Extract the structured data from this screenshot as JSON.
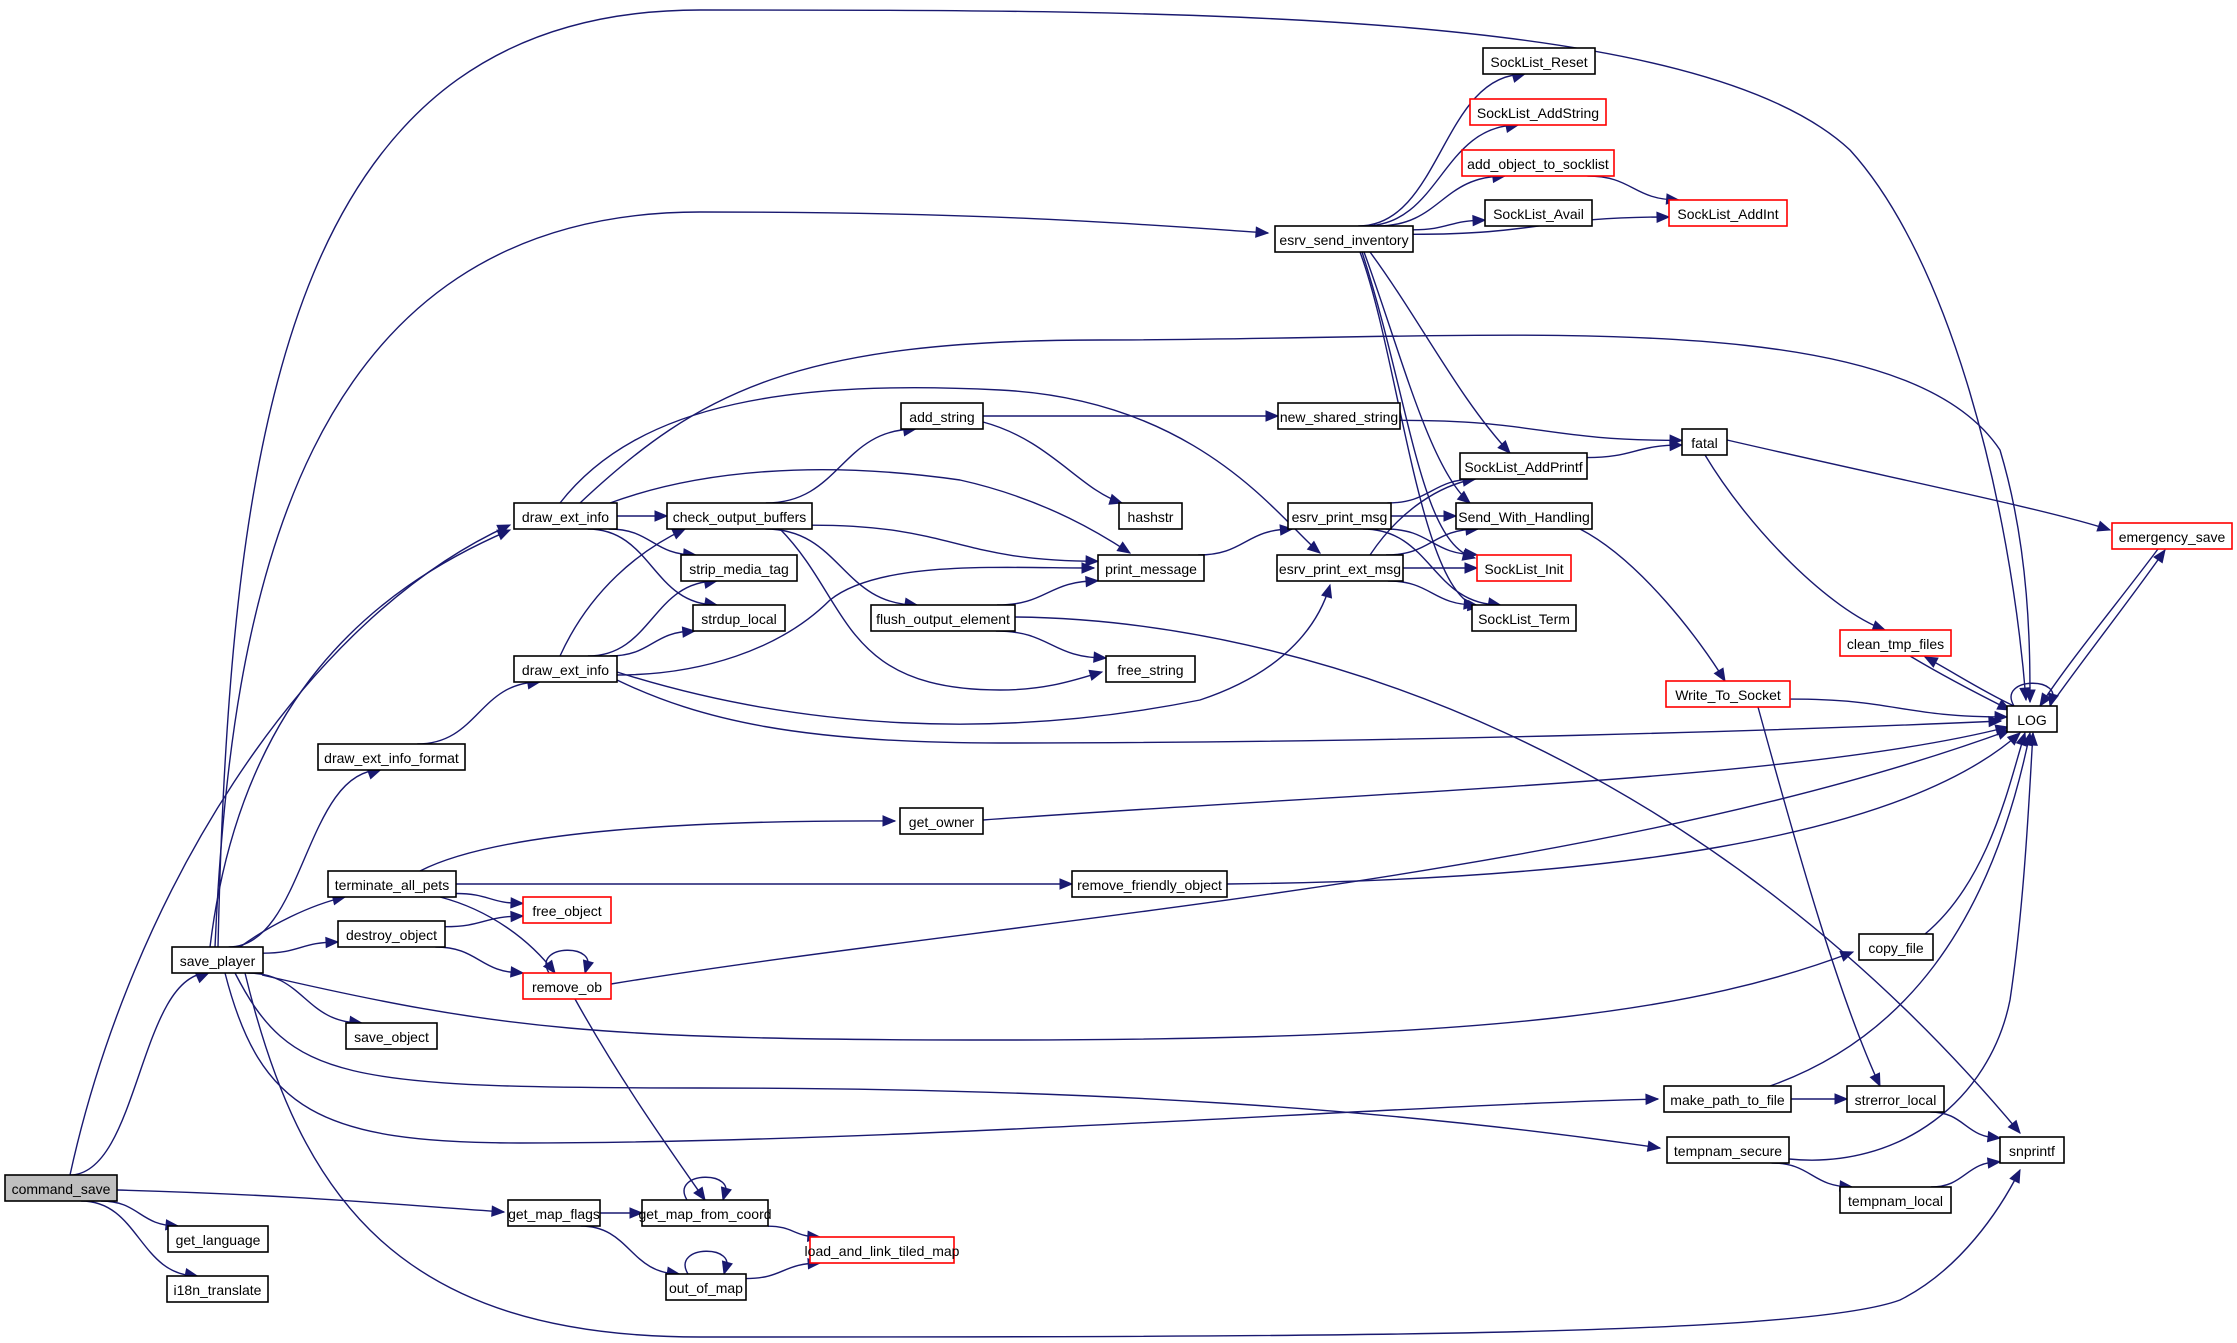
{
  "title": "command_save call graph",
  "colors": {
    "edge": "#191970",
    "root_fill": "#bfbfbf",
    "node_border": "#000000",
    "truncated_border": "#ff0000"
  },
  "nodes": [
    {
      "id": "command_save",
      "label": "command_save",
      "kind": "root"
    },
    {
      "id": "get_language",
      "label": "get_language",
      "kind": "normal"
    },
    {
      "id": "i18n_translate",
      "label": "i18n_translate",
      "kind": "normal"
    },
    {
      "id": "save_player",
      "label": "save_player",
      "kind": "normal"
    },
    {
      "id": "draw_ext_info_format",
      "label": "draw_ext_info_format",
      "kind": "normal"
    },
    {
      "id": "terminate_all_pets",
      "label": "terminate_all_pets",
      "kind": "normal"
    },
    {
      "id": "destroy_object",
      "label": "destroy_object",
      "kind": "normal"
    },
    {
      "id": "save_object",
      "label": "save_object",
      "kind": "normal"
    },
    {
      "id": "free_object",
      "label": "free_object",
      "kind": "truncated"
    },
    {
      "id": "remove_ob",
      "label": "remove_ob",
      "kind": "truncated"
    },
    {
      "id": "draw_ext_info_a",
      "label": "draw_ext_info",
      "kind": "normal"
    },
    {
      "id": "draw_ext_info_b",
      "label": "draw_ext_info",
      "kind": "normal"
    },
    {
      "id": "check_output_buffers",
      "label": "check_output_buffers",
      "kind": "normal"
    },
    {
      "id": "strip_media_tag",
      "label": "strip_media_tag",
      "kind": "normal"
    },
    {
      "id": "strdup_local",
      "label": "strdup_local",
      "kind": "normal"
    },
    {
      "id": "add_string",
      "label": "add_string",
      "kind": "normal"
    },
    {
      "id": "flush_output_element",
      "label": "flush_output_element",
      "kind": "normal"
    },
    {
      "id": "hashstr",
      "label": "hashstr",
      "kind": "normal"
    },
    {
      "id": "print_message",
      "label": "print_message",
      "kind": "normal"
    },
    {
      "id": "free_string",
      "label": "free_string",
      "kind": "normal"
    },
    {
      "id": "get_owner",
      "label": "get_owner",
      "kind": "normal"
    },
    {
      "id": "remove_friendly_object",
      "label": "remove_friendly_object",
      "kind": "normal"
    },
    {
      "id": "esrv_send_inventory",
      "label": "esrv_send_inventory",
      "kind": "normal"
    },
    {
      "id": "new_shared_string",
      "label": "new_shared_string",
      "kind": "normal"
    },
    {
      "id": "esrv_print_msg",
      "label": "esrv_print_msg",
      "kind": "normal"
    },
    {
      "id": "esrv_print_ext_msg",
      "label": "esrv_print_ext_msg",
      "kind": "normal"
    },
    {
      "id": "SockList_Reset",
      "label": "SockList_Reset",
      "kind": "normal"
    },
    {
      "id": "SockList_AddString",
      "label": "SockList_AddString",
      "kind": "truncated"
    },
    {
      "id": "add_object_to_socklist",
      "label": "add_object_to_socklist",
      "kind": "truncated"
    },
    {
      "id": "SockList_Avail",
      "label": "SockList_Avail",
      "kind": "normal"
    },
    {
      "id": "SockList_AddInt",
      "label": "SockList_AddInt",
      "kind": "truncated"
    },
    {
      "id": "SockList_AddPrintf",
      "label": "SockList_AddPrintf",
      "kind": "normal"
    },
    {
      "id": "Send_With_Handling",
      "label": "Send_With_Handling",
      "kind": "normal"
    },
    {
      "id": "SockList_Init",
      "label": "SockList_Init",
      "kind": "truncated"
    },
    {
      "id": "SockList_Term",
      "label": "SockList_Term",
      "kind": "normal"
    },
    {
      "id": "fatal",
      "label": "fatal",
      "kind": "normal"
    },
    {
      "id": "emergency_save",
      "label": "emergency_save",
      "kind": "truncated"
    },
    {
      "id": "clean_tmp_files",
      "label": "clean_tmp_files",
      "kind": "truncated"
    },
    {
      "id": "Write_To_Socket",
      "label": "Write_To_Socket",
      "kind": "truncated"
    },
    {
      "id": "LOG",
      "label": "LOG",
      "kind": "normal"
    },
    {
      "id": "copy_file",
      "label": "copy_file",
      "kind": "normal"
    },
    {
      "id": "make_path_to_file",
      "label": "make_path_to_file",
      "kind": "normal"
    },
    {
      "id": "strerror_local",
      "label": "strerror_local",
      "kind": "normal"
    },
    {
      "id": "tempnam_secure",
      "label": "tempnam_secure",
      "kind": "normal"
    },
    {
      "id": "snprintf",
      "label": "snprintf",
      "kind": "normal"
    },
    {
      "id": "tempnam_local",
      "label": "tempnam_local",
      "kind": "normal"
    },
    {
      "id": "get_map_flags",
      "label": "get_map_flags",
      "kind": "normal"
    },
    {
      "id": "get_map_from_coord",
      "label": "get_map_from_coord",
      "kind": "normal"
    },
    {
      "id": "load_and_link_tiled_map",
      "label": "load_and_link_tiled_map",
      "kind": "truncated"
    },
    {
      "id": "out_of_map",
      "label": "out_of_map",
      "kind": "normal"
    }
  ],
  "edges": [
    [
      "command_save",
      "save_player"
    ],
    [
      "command_save",
      "get_language"
    ],
    [
      "command_save",
      "i18n_translate"
    ],
    [
      "command_save",
      "get_map_flags"
    ],
    [
      "command_save",
      "draw_ext_info_a"
    ],
    [
      "save_player",
      "draw_ext_info_a"
    ],
    [
      "save_player",
      "draw_ext_info_format"
    ],
    [
      "save_player",
      "terminate_all_pets"
    ],
    [
      "save_player",
      "destroy_object"
    ],
    [
      "save_player",
      "save_object"
    ],
    [
      "save_player",
      "copy_file"
    ],
    [
      "save_player",
      "make_path_to_file"
    ],
    [
      "save_player",
      "tempnam_secure"
    ],
    [
      "save_player",
      "snprintf"
    ],
    [
      "save_player",
      "esrv_send_inventory"
    ],
    [
      "save_player",
      "LOG"
    ],
    [
      "draw_ext_info_format",
      "draw_ext_info_b"
    ],
    [
      "terminate_all_pets",
      "get_owner"
    ],
    [
      "terminate_all_pets",
      "remove_friendly_object"
    ],
    [
      "terminate_all_pets",
      "free_object"
    ],
    [
      "terminate_all_pets",
      "remove_ob"
    ],
    [
      "destroy_object",
      "free_object"
    ],
    [
      "destroy_object",
      "remove_ob"
    ],
    [
      "remove_ob",
      "remove_ob"
    ],
    [
      "remove_ob",
      "LOG"
    ],
    [
      "remove_ob",
      "get_map_from_coord"
    ],
    [
      "draw_ext_info_a",
      "check_output_buffers"
    ],
    [
      "draw_ext_info_a",
      "strip_media_tag"
    ],
    [
      "draw_ext_info_a",
      "strdup_local"
    ],
    [
      "draw_ext_info_a",
      "print_message"
    ],
    [
      "draw_ext_info_a",
      "esrv_print_ext_msg"
    ],
    [
      "draw_ext_info_a",
      "LOG"
    ],
    [
      "draw_ext_info_b",
      "check_output_buffers"
    ],
    [
      "draw_ext_info_b",
      "strip_media_tag"
    ],
    [
      "draw_ext_info_b",
      "strdup_local"
    ],
    [
      "draw_ext_info_b",
      "print_message"
    ],
    [
      "draw_ext_info_b",
      "esrv_print_ext_msg"
    ],
    [
      "draw_ext_info_b",
      "LOG"
    ],
    [
      "check_output_buffers",
      "add_string"
    ],
    [
      "check_output_buffers",
      "print_message"
    ],
    [
      "check_output_buffers",
      "flush_output_element"
    ],
    [
      "check_output_buffers",
      "free_string"
    ],
    [
      "add_string",
      "new_shared_string"
    ],
    [
      "add_string",
      "hashstr"
    ],
    [
      "flush_output_element",
      "print_message"
    ],
    [
      "flush_output_element",
      "free_string"
    ],
    [
      "flush_output_element",
      "snprintf"
    ],
    [
      "print_message",
      "esrv_print_msg"
    ],
    [
      "get_owner",
      "LOG"
    ],
    [
      "remove_friendly_object",
      "LOG"
    ],
    [
      "esrv_send_inventory",
      "SockList_Reset"
    ],
    [
      "esrv_send_inventory",
      "SockList_AddString"
    ],
    [
      "esrv_send_inventory",
      "add_object_to_socklist"
    ],
    [
      "esrv_send_inventory",
      "SockList_Avail"
    ],
    [
      "esrv_send_inventory",
      "SockList_AddInt"
    ],
    [
      "esrv_send_inventory",
      "SockList_AddPrintf"
    ],
    [
      "esrv_send_inventory",
      "Send_With_Handling"
    ],
    [
      "esrv_send_inventory",
      "SockList_Init"
    ],
    [
      "esrv_send_inventory",
      "SockList_Term"
    ],
    [
      "add_object_to_socklist",
      "SockList_AddInt"
    ],
    [
      "new_shared_string",
      "fatal"
    ],
    [
      "esrv_print_msg",
      "SockList_AddPrintf"
    ],
    [
      "esrv_print_msg",
      "Send_With_Handling"
    ],
    [
      "esrv_print_msg",
      "SockList_Init"
    ],
    [
      "esrv_print_msg",
      "SockList_Term"
    ],
    [
      "esrv_print_ext_msg",
      "SockList_AddPrintf"
    ],
    [
      "esrv_print_ext_msg",
      "Send_With_Handling"
    ],
    [
      "esrv_print_ext_msg",
      "SockList_Init"
    ],
    [
      "esrv_print_ext_msg",
      "SockList_Term"
    ],
    [
      "SockList_AddPrintf",
      "fatal"
    ],
    [
      "Send_With_Handling",
      "Write_To_Socket"
    ],
    [
      "fatal",
      "emergency_save"
    ],
    [
      "fatal",
      "clean_tmp_files"
    ],
    [
      "emergency_save",
      "LOG"
    ],
    [
      "clean_tmp_files",
      "LOG"
    ],
    [
      "LOG",
      "clean_tmp_files"
    ],
    [
      "LOG",
      "emergency_save"
    ],
    [
      "LOG",
      "LOG"
    ],
    [
      "Write_To_Socket",
      "LOG"
    ],
    [
      "Write_To_Socket",
      "strerror_local"
    ],
    [
      "copy_file",
      "LOG"
    ],
    [
      "make_path_to_file",
      "LOG"
    ],
    [
      "make_path_to_file",
      "strerror_local"
    ],
    [
      "strerror_local",
      "snprintf"
    ],
    [
      "tempnam_secure",
      "LOG"
    ],
    [
      "tempnam_secure",
      "tempnam_local"
    ],
    [
      "tempnam_local",
      "snprintf"
    ],
    [
      "get_map_flags",
      "get_map_from_coord"
    ],
    [
      "get_map_flags",
      "out_of_map"
    ],
    [
      "get_map_from_coord",
      "get_map_from_coord"
    ],
    [
      "get_map_from_coord",
      "load_and_link_tiled_map"
    ],
    [
      "out_of_map",
      "out_of_map"
    ],
    [
      "out_of_map",
      "load_and_link_tiled_map"
    ]
  ]
}
